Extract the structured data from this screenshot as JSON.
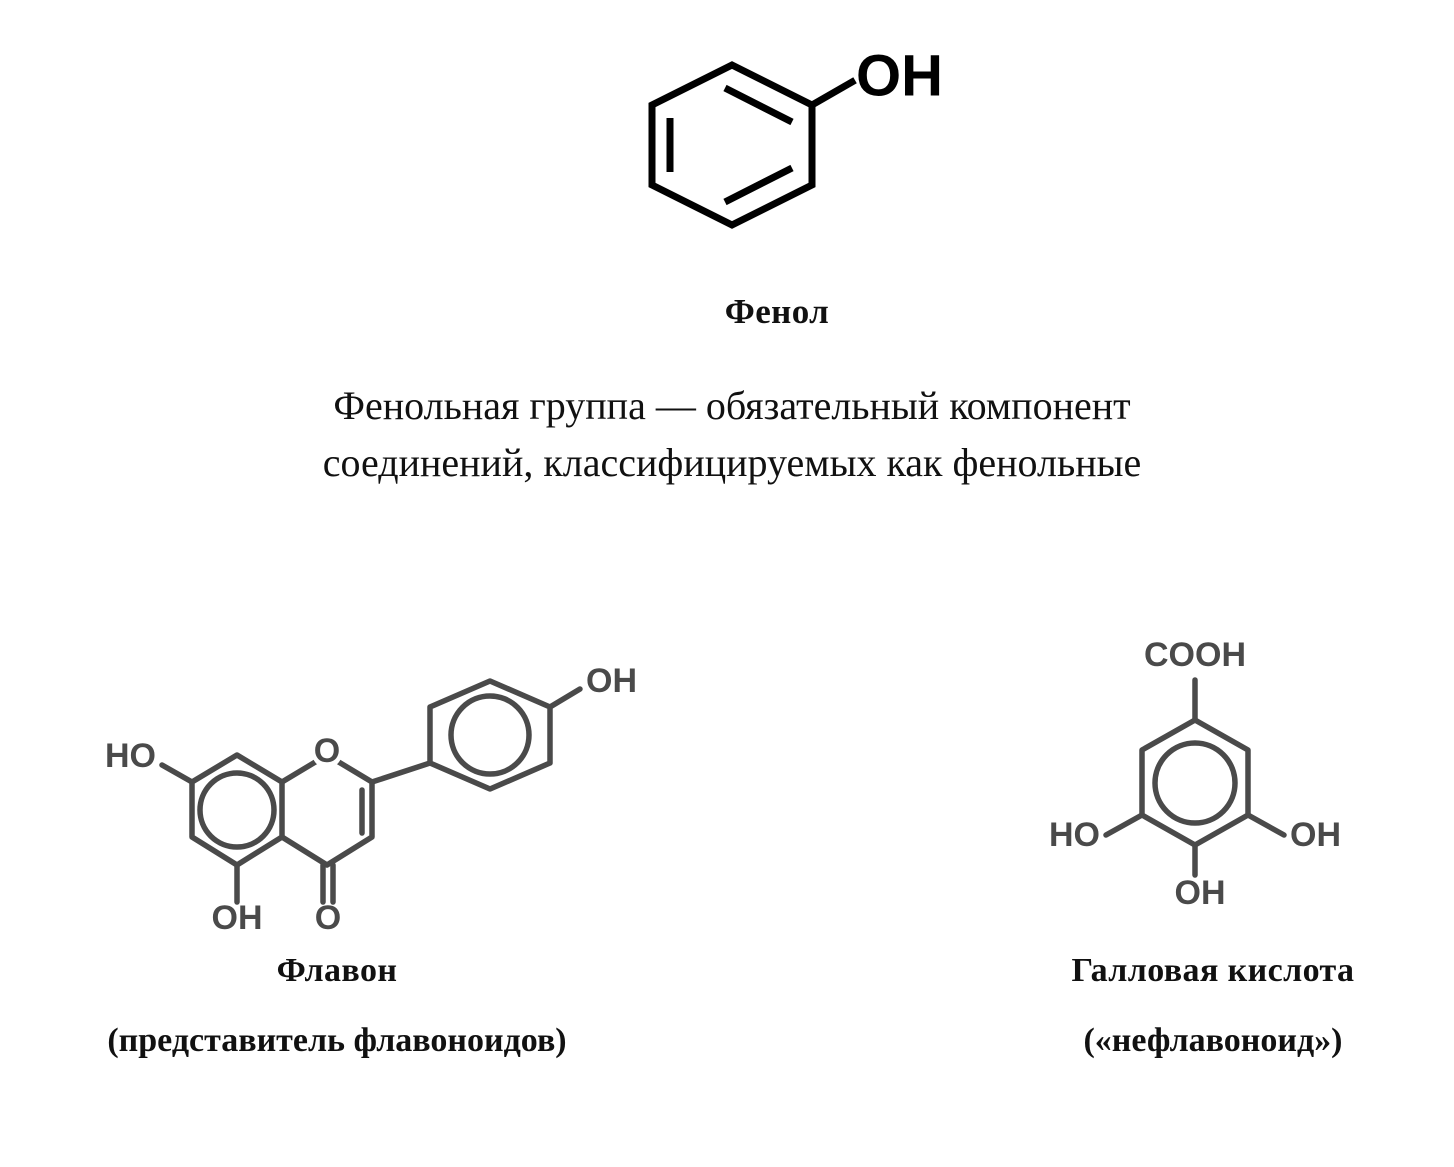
{
  "page": {
    "background_color": "#ffffff",
    "ink_color": "#000000",
    "structure_line_color": "#4a4a4a"
  },
  "phenol": {
    "structure_name": "phenol-skeletal-formula",
    "atom_labels": [
      "OH"
    ],
    "oh_label": "OH",
    "name": "Фенол"
  },
  "description": {
    "line1": "Фенольная группа — обязательный компонент",
    "line2": "соединений, классифицируемых как фенольные",
    "full": "Фенольная группа — обязательный компонент соединений, классифицируемых как фенольные"
  },
  "flavone": {
    "structure_name": "flavone-skeletal-formula",
    "atom_labels": {
      "a_ring_ho": "HO",
      "a_ring_oh": "OH",
      "pyran_o": "O",
      "ketone_o": "O",
      "b_ring_oh": "OH"
    },
    "name": "Флавон",
    "subtitle": "(представитель флавоноидов)"
  },
  "gallic_acid": {
    "structure_name": "gallic-acid-skeletal-formula",
    "atom_labels": {
      "carboxyl": "COOH",
      "ho_left": "HO",
      "oh_right": "OH",
      "oh_bottom": "OH"
    },
    "name": "Галловая кислота",
    "subtitle": "(«нефлавоноид»)"
  }
}
